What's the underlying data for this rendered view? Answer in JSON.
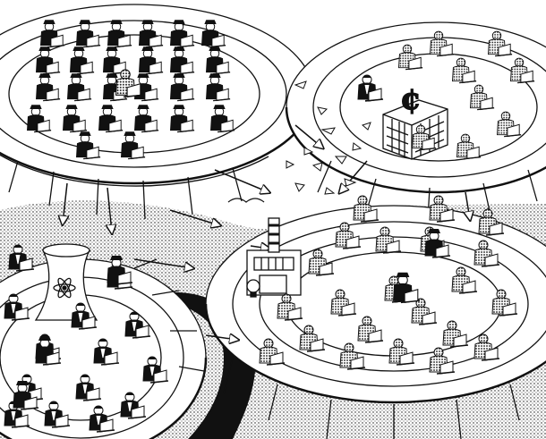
{
  "illustration": {
    "style": "black-and-white pen drawing",
    "palette": {
      "ink": "#111111",
      "paper": "#ffffff",
      "shade": "#6e6e6e"
    },
    "scenes": [
      {
        "name": "military-platform",
        "figure": "soldier",
        "count": 26
      },
      {
        "name": "corporate-platform",
        "figure": "manikin",
        "count": 10,
        "building": "office-building",
        "symbol": "cent-sign"
      },
      {
        "name": "industrial-platform",
        "figure": "manikin",
        "count": 22,
        "building": "factory",
        "detail": "light-bulb"
      },
      {
        "name": "energy-platform",
        "figure": "suit",
        "count": 14,
        "building": "cooling-tower",
        "detail": "atom"
      }
    ],
    "connectors": "arrows"
  }
}
